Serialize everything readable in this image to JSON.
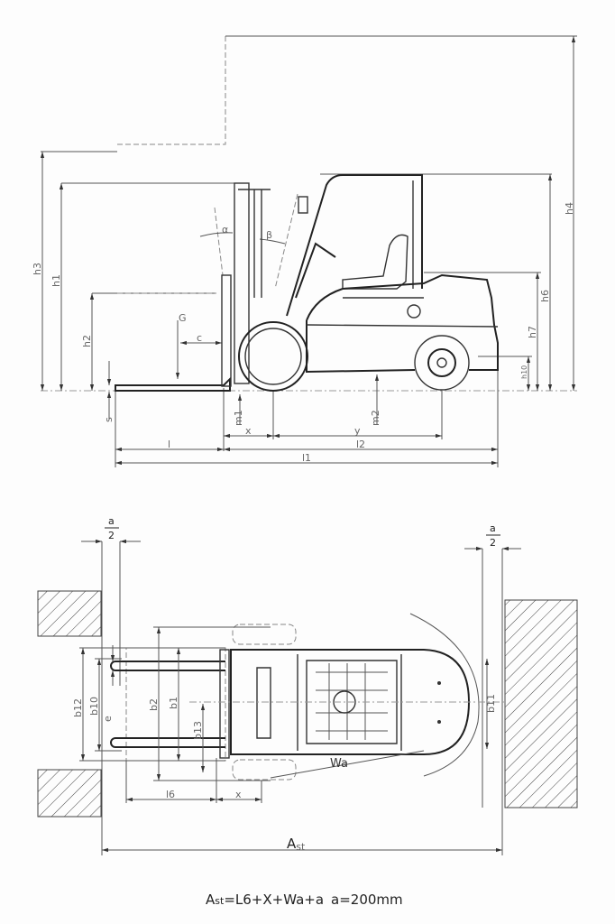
{
  "side_view": {
    "labels": {
      "h1": "h1",
      "h2": "h2",
      "h3": "h3",
      "h4": "h4",
      "h6": "h6",
      "h7": "h7",
      "h10": "h10",
      "s": "s",
      "G": "G",
      "c": "c",
      "alpha": "α",
      "beta": "β",
      "m1": "m1",
      "m2": "m2",
      "x": "x",
      "y": "y",
      "l": "l",
      "l1": "l1",
      "l2": "l2"
    }
  },
  "top_view": {
    "labels": {
      "a_num": "a",
      "a_den": "2",
      "b12": "b12",
      "b10": "b10",
      "e": "e",
      "b2": "b2",
      "b1": "b1",
      "b13": "b13",
      "b11": "b11",
      "l6": "l6",
      "x": "x",
      "Wa": "Wa",
      "Ast_main": "A",
      "Ast_sub": "st"
    }
  },
  "formula": {
    "lhs_main": "A",
    "lhs_sub": "st",
    "rhs": "=L6+X+Wa+a",
    "a_value": "a=200mm"
  }
}
